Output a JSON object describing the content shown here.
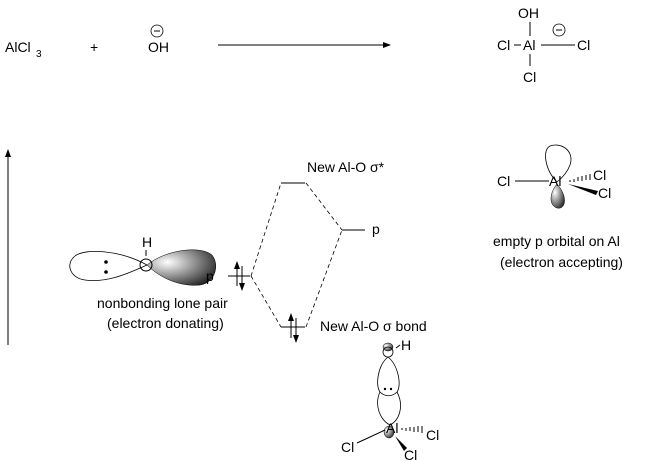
{
  "reaction": {
    "reactant1": "AlCl",
    "reactant1_sub": "3",
    "plus": "+",
    "reactant2": "OH",
    "reactant2_charge": "−",
    "product": {
      "top": "OH",
      "center": "Al",
      "left": "Cl",
      "right": "Cl",
      "bottom": "Cl",
      "charge": "−"
    }
  },
  "mo_diagram": {
    "left_orbital": {
      "atom_h": "H",
      "atom_o": "O",
      "caption_line1": "nonbonding lone pair",
      "caption_line2": "(electron donating)",
      "level_label": "p"
    },
    "sigma_star_label": "New Al-O σ*",
    "right_level_label": "p",
    "sigma_label": "New Al-O σ bond",
    "right_orbital": {
      "cl_left": "Cl",
      "al": "Al",
      "cl_upper": "Cl",
      "cl_lower": "Cl",
      "caption_line1": "empty p orbital on Al",
      "caption_line2": "(electron accepting)"
    },
    "bottom_complex": {
      "h": "H",
      "al": "Al",
      "cl_left": "Cl",
      "cl_right": "Cl",
      "cl_bottom": "Cl"
    }
  }
}
